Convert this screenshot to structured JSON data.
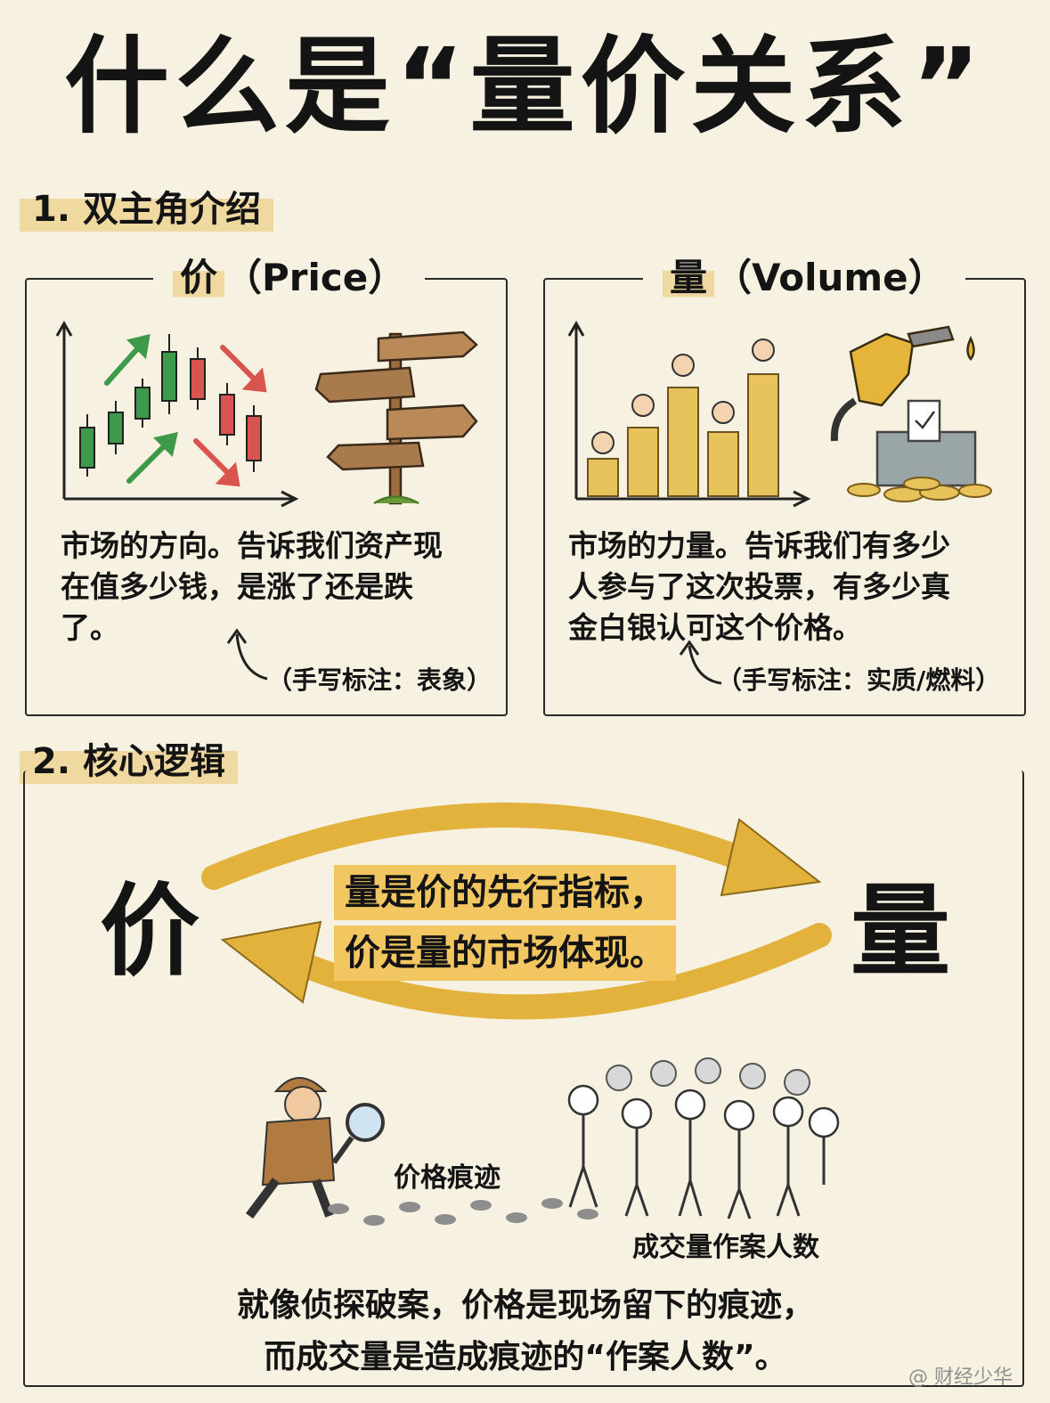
{
  "title": "什么是“量价关系”",
  "section1": {
    "heading": "1. 双主角介绍",
    "price": {
      "title_main": "价",
      "title_sub": "（Price）",
      "lines": [
        "市场的方向。告诉我们资产现",
        "在值多少钱，是涨了还是跌",
        "了。"
      ],
      "note": "（手写标注：表象）"
    },
    "volume": {
      "title_main": "量",
      "title_sub": "（Volume）",
      "lines": [
        "市场的力量。告诉我们有多少",
        "人参与了这次投票，有多少真",
        "金白银认可这个价格。"
      ],
      "note": "（手写标注：实质/燃料）"
    }
  },
  "section2": {
    "heading": "2. 核心逻辑",
    "left_char": "价",
    "right_char": "量",
    "core_lines": [
      "量是价的先行指标，",
      "价是量的市场体现。"
    ],
    "caption_left": "价格痕迹",
    "caption_right": "成交量作案人数",
    "final_lines": [
      "就像侦探破案，价格是现场留下的痕迹，",
      "而成交量是造成痕迹的“作案人数”。"
    ]
  },
  "watermark": "@ 财经少华",
  "colors": {
    "background": "#f6f1e1",
    "highlight": "#f0d9a0",
    "arrow_gold": "#e3b23c",
    "up_green": "#3c9a4a",
    "down_red": "#d9534f",
    "coin": "#e8c25a"
  }
}
